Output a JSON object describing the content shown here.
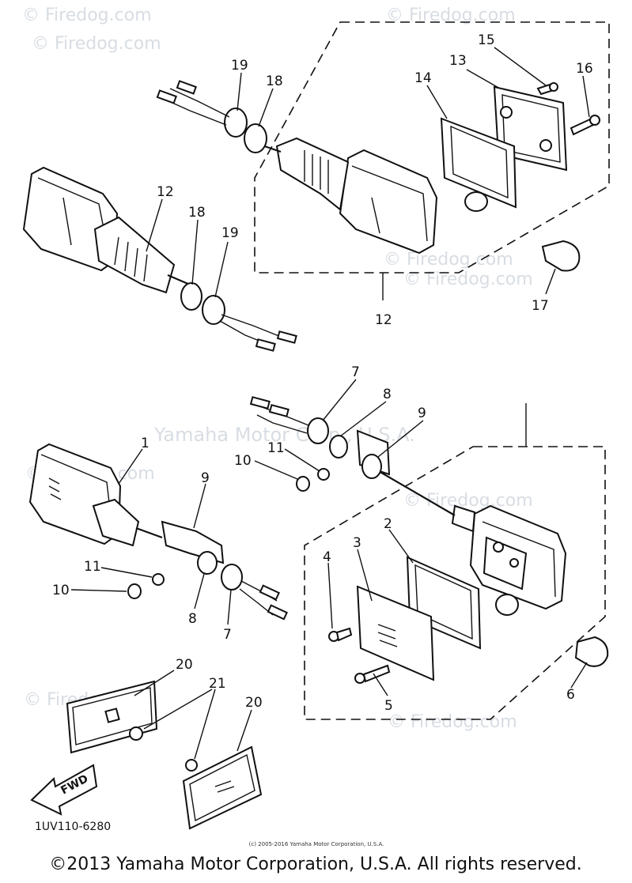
{
  "watermarks": [
    "© Firedog.com",
    "© Firedog.com",
    "© Firedog.com",
    "© Firedog.com",
    "© Firedog.com",
    "© Firedog.com",
    "© Firedog.com",
    "© Firedog.com",
    "© Firedog.com"
  ],
  "center_watermark": "Yamaha Motor Corp., U.S.A.",
  "part_numbers": [
    "15",
    "13",
    "16",
    "14",
    "19",
    "18",
    "12",
    "18",
    "19",
    "12",
    "17",
    "7",
    "8",
    "9",
    "11",
    "10",
    "1",
    "9",
    "11",
    "10",
    "8",
    "7",
    "4",
    "3",
    "2",
    "5",
    "6",
    "20",
    "21",
    "20"
  ],
  "fwd_label": "FWD",
  "diagram_code": "1UV110-6280",
  "small_copyright": "(c) 2005-2016 Yamaha Motor Corporation, U.S.A.",
  "copyright": "©2013 Yamaha Motor Corporation, U.S.A. All rights reserved."
}
